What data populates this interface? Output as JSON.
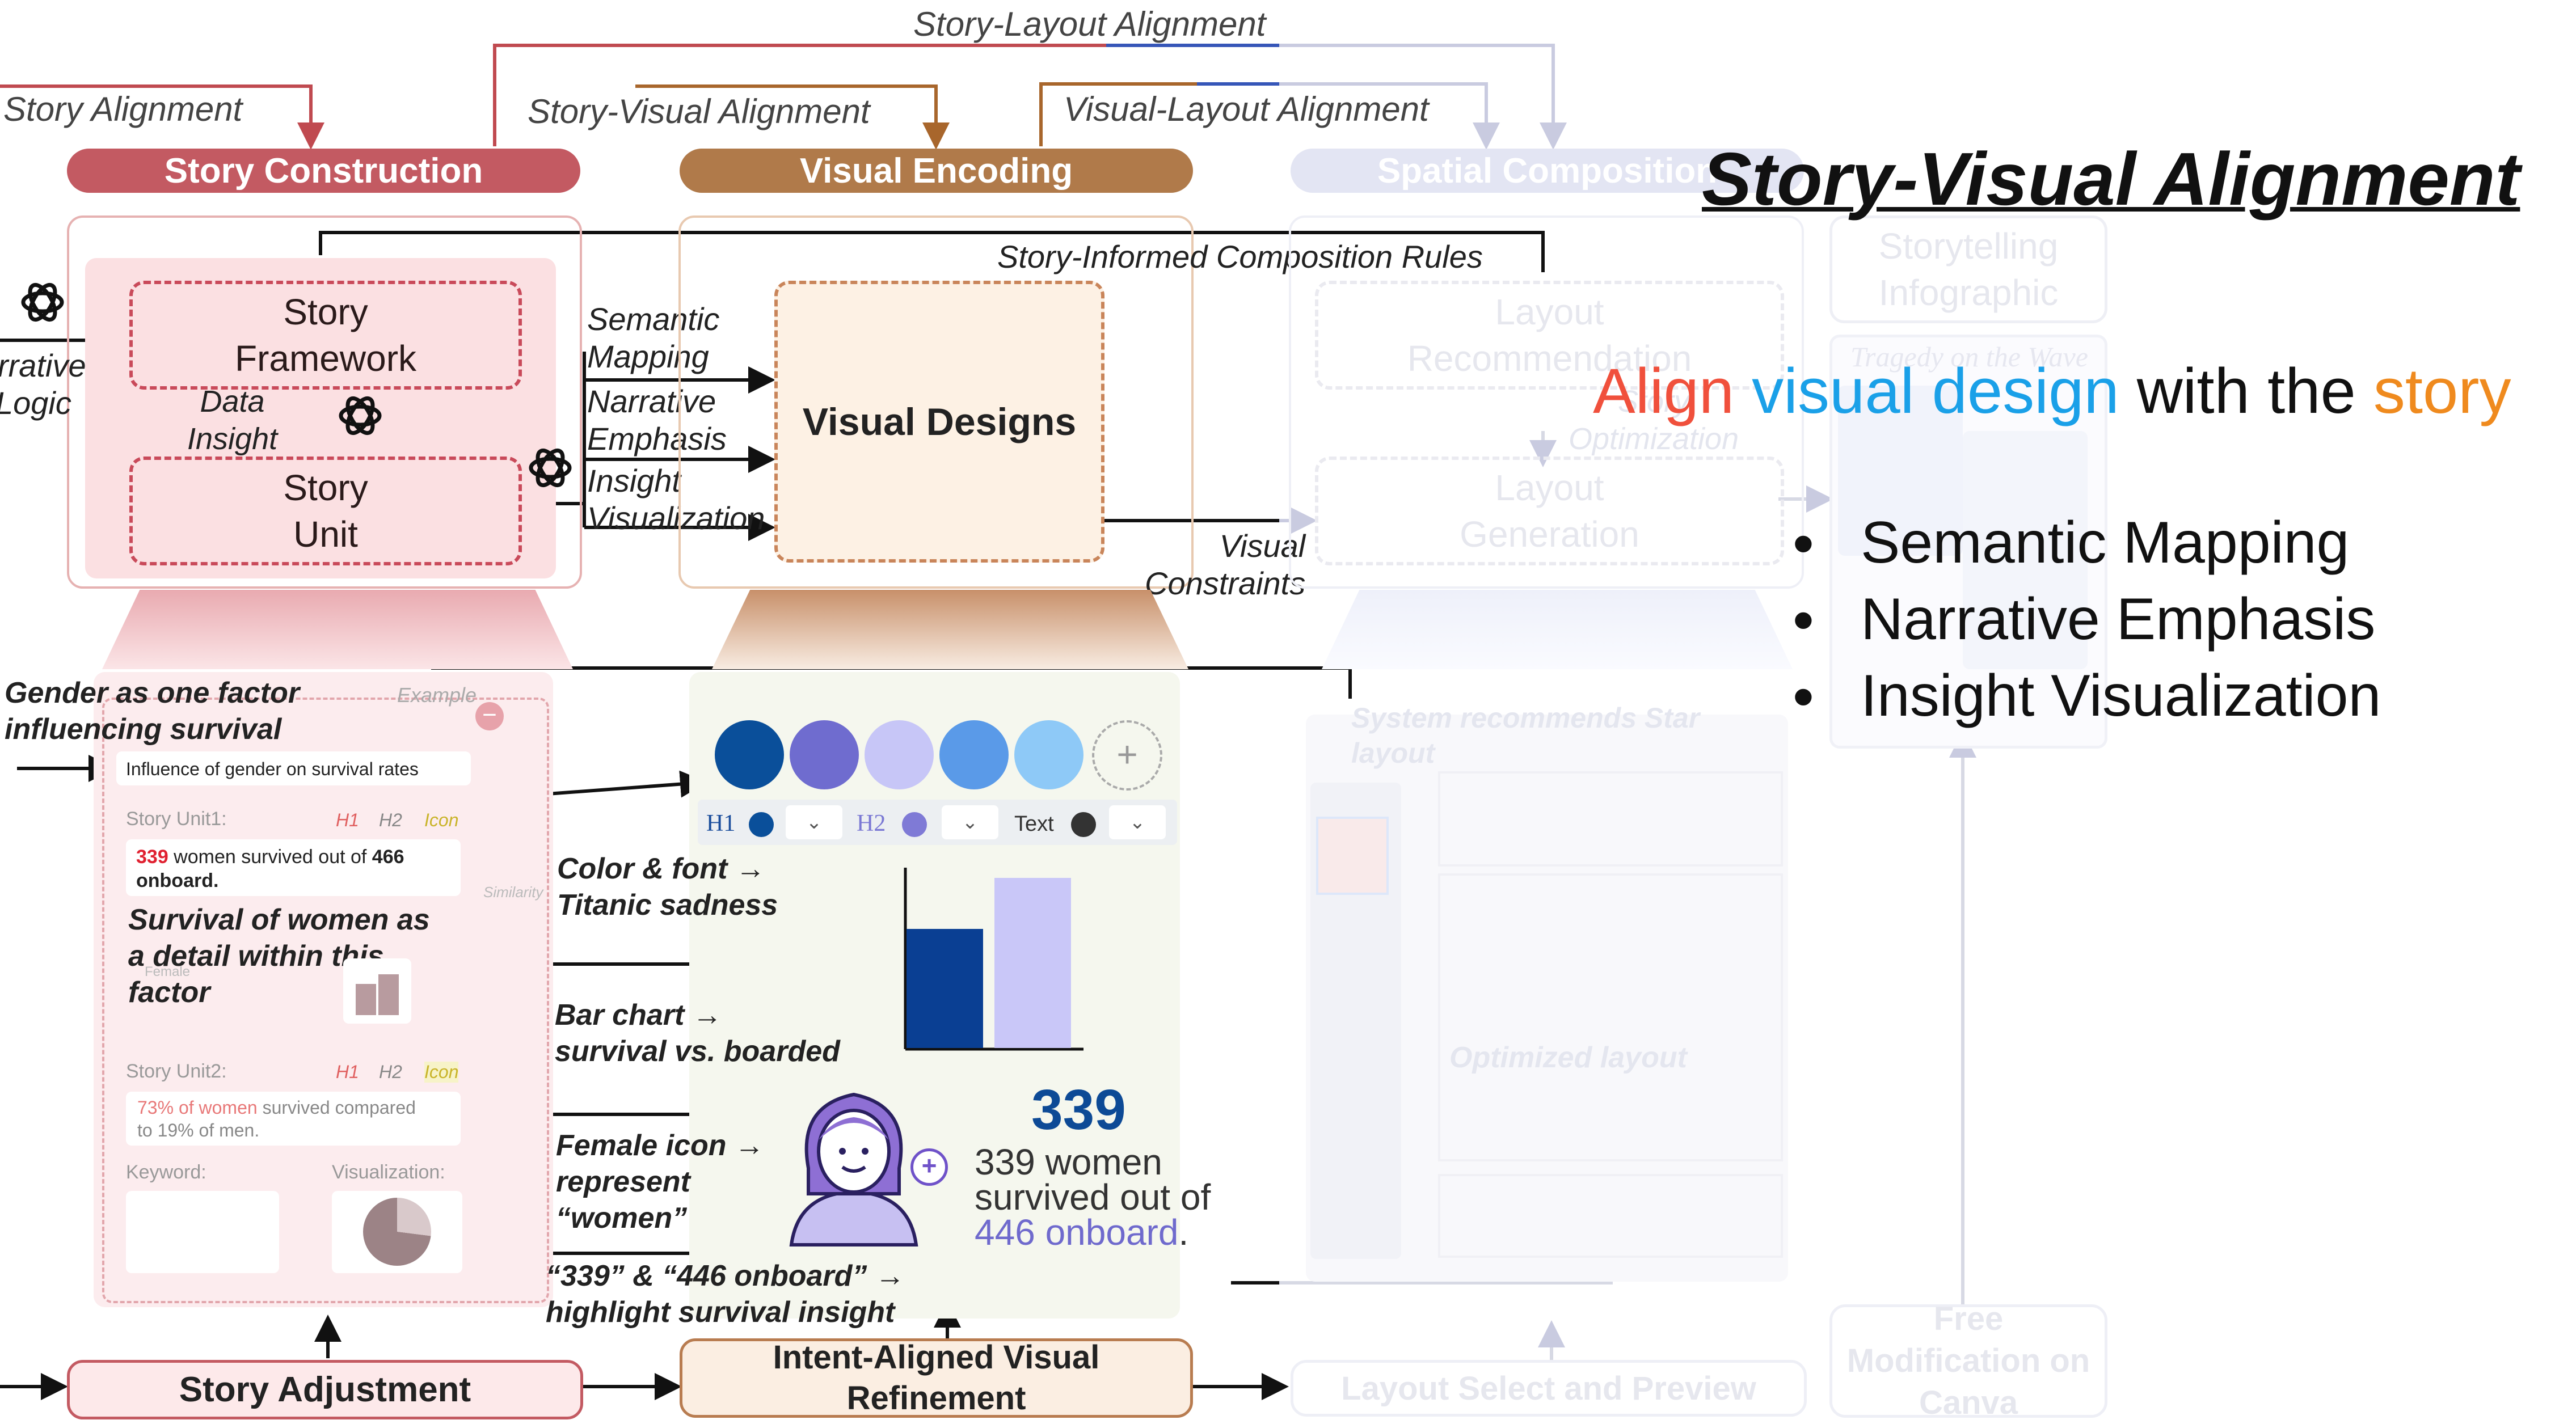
{
  "top_labels": {
    "story_layout_alignment": "Story-Layout Alignment",
    "story_alignment": "Story Alignment",
    "story_visual_alignment": "Story-Visual Alignment",
    "visual_layout_alignment": "Visual-Layout Alignment"
  },
  "phases": {
    "story_construction": "Story Construction",
    "visual_encoding": "Visual Encoding",
    "spatial_composition": "Spatial Composition"
  },
  "story": {
    "narrative_logic_1": "rrative",
    "narrative_logic_2": "Logic",
    "framework": "Story\nFramework",
    "data_insight": "Data\nInsight",
    "unit": "Story\nUnit"
  },
  "mappings": {
    "semantic": "Semantic\nMapping",
    "narrative": "Narrative\nEmphasis",
    "insight": "Insight\nVisualization"
  },
  "visual_designs": "Visual Designs",
  "composition_rules": "Story-Informed Composition Rules",
  "visual_constraints": "Visual\nConstraints",
  "layout": {
    "recommendation": "Layout\nRecommendation",
    "optimization": "Story\nOptimization",
    "generation": "Layout\nGeneration",
    "storytelling_infographic": "Storytelling\nInfographic",
    "infographic_title": "Tragedy on the Wave",
    "system_recommends": "System recommends Star\nlayout",
    "optimized_layout": "Optimized layout"
  },
  "left_panel": {
    "heading": "Gender as one factor\ninfluencing survival",
    "example": "Example",
    "influence": "Influence of gender on survival rates",
    "unit1_label": "Story Unit1:",
    "unit_tags": [
      "H1",
      "H2",
      "Icon"
    ],
    "unit1_num1": "339",
    "unit1_mid": " women survived out of ",
    "unit1_num2": "466",
    "unit1_end": "onboard.",
    "similarity": "Similarity",
    "detail": "Survival of women as\na detail within this\nfactor",
    "keyword_small": "Female",
    "unit2_label": "Story Unit2:",
    "unit2_pct": "73% of women",
    "unit2_rest": " survived compared",
    "unit2_line2": "to 19% of men.",
    "keyword": "Keyword:",
    "visualization": "Visualization:"
  },
  "design_panel": {
    "legend_h1": "H1",
    "legend_h2": "H2",
    "legend_text": "Text",
    "color_font": "Color & font →\nTitanic sadness",
    "bar_chart": "Bar chart →\nsurvival vs. boarded",
    "female_icon": "Female icon →\nrepresent\n“women”",
    "highlight": "“339” & “446 onboard” →\nhighlight survival insight",
    "big_number": "339",
    "caption_1": "339 women",
    "caption_2": "survived out of",
    "caption_3": "446 onboard",
    "caption_dot": ".",
    "swatches": [
      "#0a4f9a",
      "#6f6ccf",
      "#c7c6f7",
      "#5a9ae8",
      "#8ec9f7"
    ]
  },
  "chart_bars": {
    "values": [
      0.7,
      1.0
    ],
    "colors": [
      "#0a3f93",
      "#c9c7f8"
    ]
  },
  "bottom": {
    "story_adjustment": "Story Adjustment",
    "refinement": "Intent-Aligned Visual\nRefinement",
    "layout_select": "Layout Select and Preview",
    "free_mod": "Free\nModification on\nCanva"
  },
  "right": {
    "title": "Story-Visual Alignment",
    "subtitle": {
      "align": "Align",
      "visual_design": " visual design",
      "with_the": " with the ",
      "story": "story"
    },
    "bullets": [
      "Semantic Mapping",
      "Narrative Emphasis",
      "Insight Visualization"
    ],
    "colors": {
      "align": "#f0503c",
      "visual": "#1aa0e8",
      "story": "#ef8a1e"
    }
  }
}
